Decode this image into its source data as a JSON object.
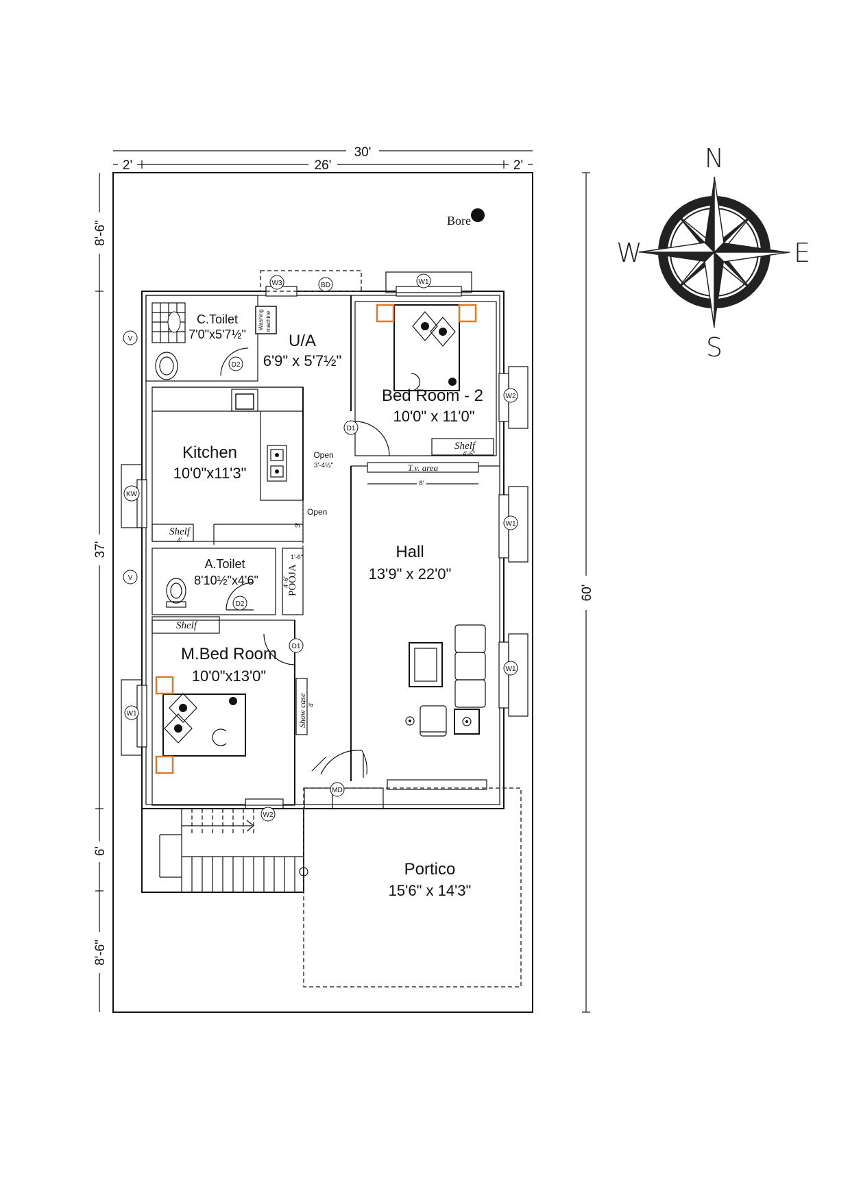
{
  "dimensions": {
    "total_width": "30'",
    "left_setback": "2'",
    "inner_width": "26'",
    "right_setback": "2'",
    "plot_length": "60'",
    "front_setback": "8'-6\"",
    "house_length": "37'",
    "mid_length": "6'",
    "rear_setback": "8'-6\""
  },
  "rooms": {
    "c_toilet": {
      "name": "C.Toilet",
      "size": "7'0\"x5'7½\""
    },
    "utility": {
      "name": "U/A",
      "size": "6'9\" x 5'7½\""
    },
    "bedroom2": {
      "name": "Bed Room - 2",
      "size": "10'0\" x 11'0\""
    },
    "kitchen": {
      "name": "Kitchen",
      "size": "10'0\"x11'3\""
    },
    "a_toilet": {
      "name": "A.Toilet",
      "size": "8'10½\"x4'6\""
    },
    "hall": {
      "name": "Hall",
      "size": "13'9\" x 22'0\""
    },
    "master_bedroom": {
      "name": "M.Bed Room",
      "size": "10'0\"x13'0\""
    },
    "portico": {
      "name": "Portico",
      "size": "15'6\" x 14'3\""
    }
  },
  "labels": {
    "bore": "Bore",
    "washing_machine_1": "Washing",
    "washing_machine_2": "machine",
    "shelf_bedroom2": "Shelf",
    "shelf_bedroom2_dim": "4'-6\"",
    "tv_area": "T.v. area",
    "tv_area_dim": "8'",
    "open_top": "Open",
    "open_top_dim": "3'-4½\"",
    "open_mid": "Open",
    "open_mid_dim": "3'",
    "shelf_kitchen": "Shelf",
    "shelf_kitchen_dim": "4'",
    "shelf_toilet": "Shelf",
    "pooja": "POOJA",
    "pooja_dim_w": "1'-6\"",
    "pooja_dim_h": "4'-6\"",
    "show_case": "Show case",
    "show_case_dim": "4'"
  },
  "tags": {
    "w3": "W3",
    "bd": "BD",
    "w1_top": "W1",
    "w2_right": "W2",
    "d1_bed2": "D1",
    "d2_ctoilet": "D2",
    "v_top": "V",
    "kw": "KW",
    "v_mid": "V",
    "d2_atoilet": "D2",
    "w1_right_mid": "W1",
    "d1_mbed": "D1",
    "w1_right_low": "W1",
    "w1_left": "W1",
    "md": "MD",
    "w2_bottom": "W2"
  },
  "compass": {
    "north": "N",
    "south": "S",
    "east": "E",
    "west": "W"
  },
  "colors": {
    "ink": "#111111",
    "furniture_accent": "#e07a2a",
    "dashed": "#334466"
  }
}
